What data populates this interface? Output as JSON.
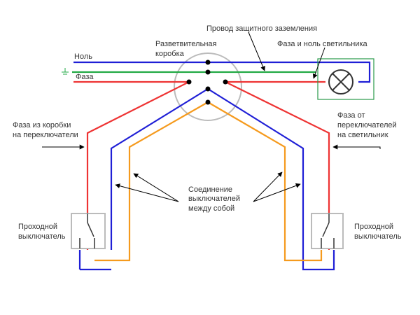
{
  "labels": {
    "ground_wire": "Провод защитного заземления",
    "junction_box_1": "Разветвительная",
    "junction_box_2": "коробка",
    "lamp_wires": "Фаза и ноль светильника",
    "neutral": "Ноль",
    "phase": "Фаза",
    "phase_from_box_1": "Фаза из коробки",
    "phase_from_box_2": "на переключатели",
    "phase_to_lamp_1": "Фаза от",
    "phase_to_lamp_2": "переключателей",
    "phase_to_lamp_3": "на  светильник",
    "interconnect_1": "Соединение",
    "interconnect_2": "выключателей",
    "interconnect_3": "между собой",
    "switch_left_1": "Проходной",
    "switch_left_2": "выключатель",
    "switch_right_1": "Проходной",
    "switch_right_2": "выключатель"
  },
  "colors": {
    "neutral": "#1f1fd6",
    "phase": "#ee3333",
    "ground": "#22aa44",
    "traveler": "#f59a1d",
    "box": "#bbbbbb",
    "lamp_frame": "#2a9a4a"
  }
}
